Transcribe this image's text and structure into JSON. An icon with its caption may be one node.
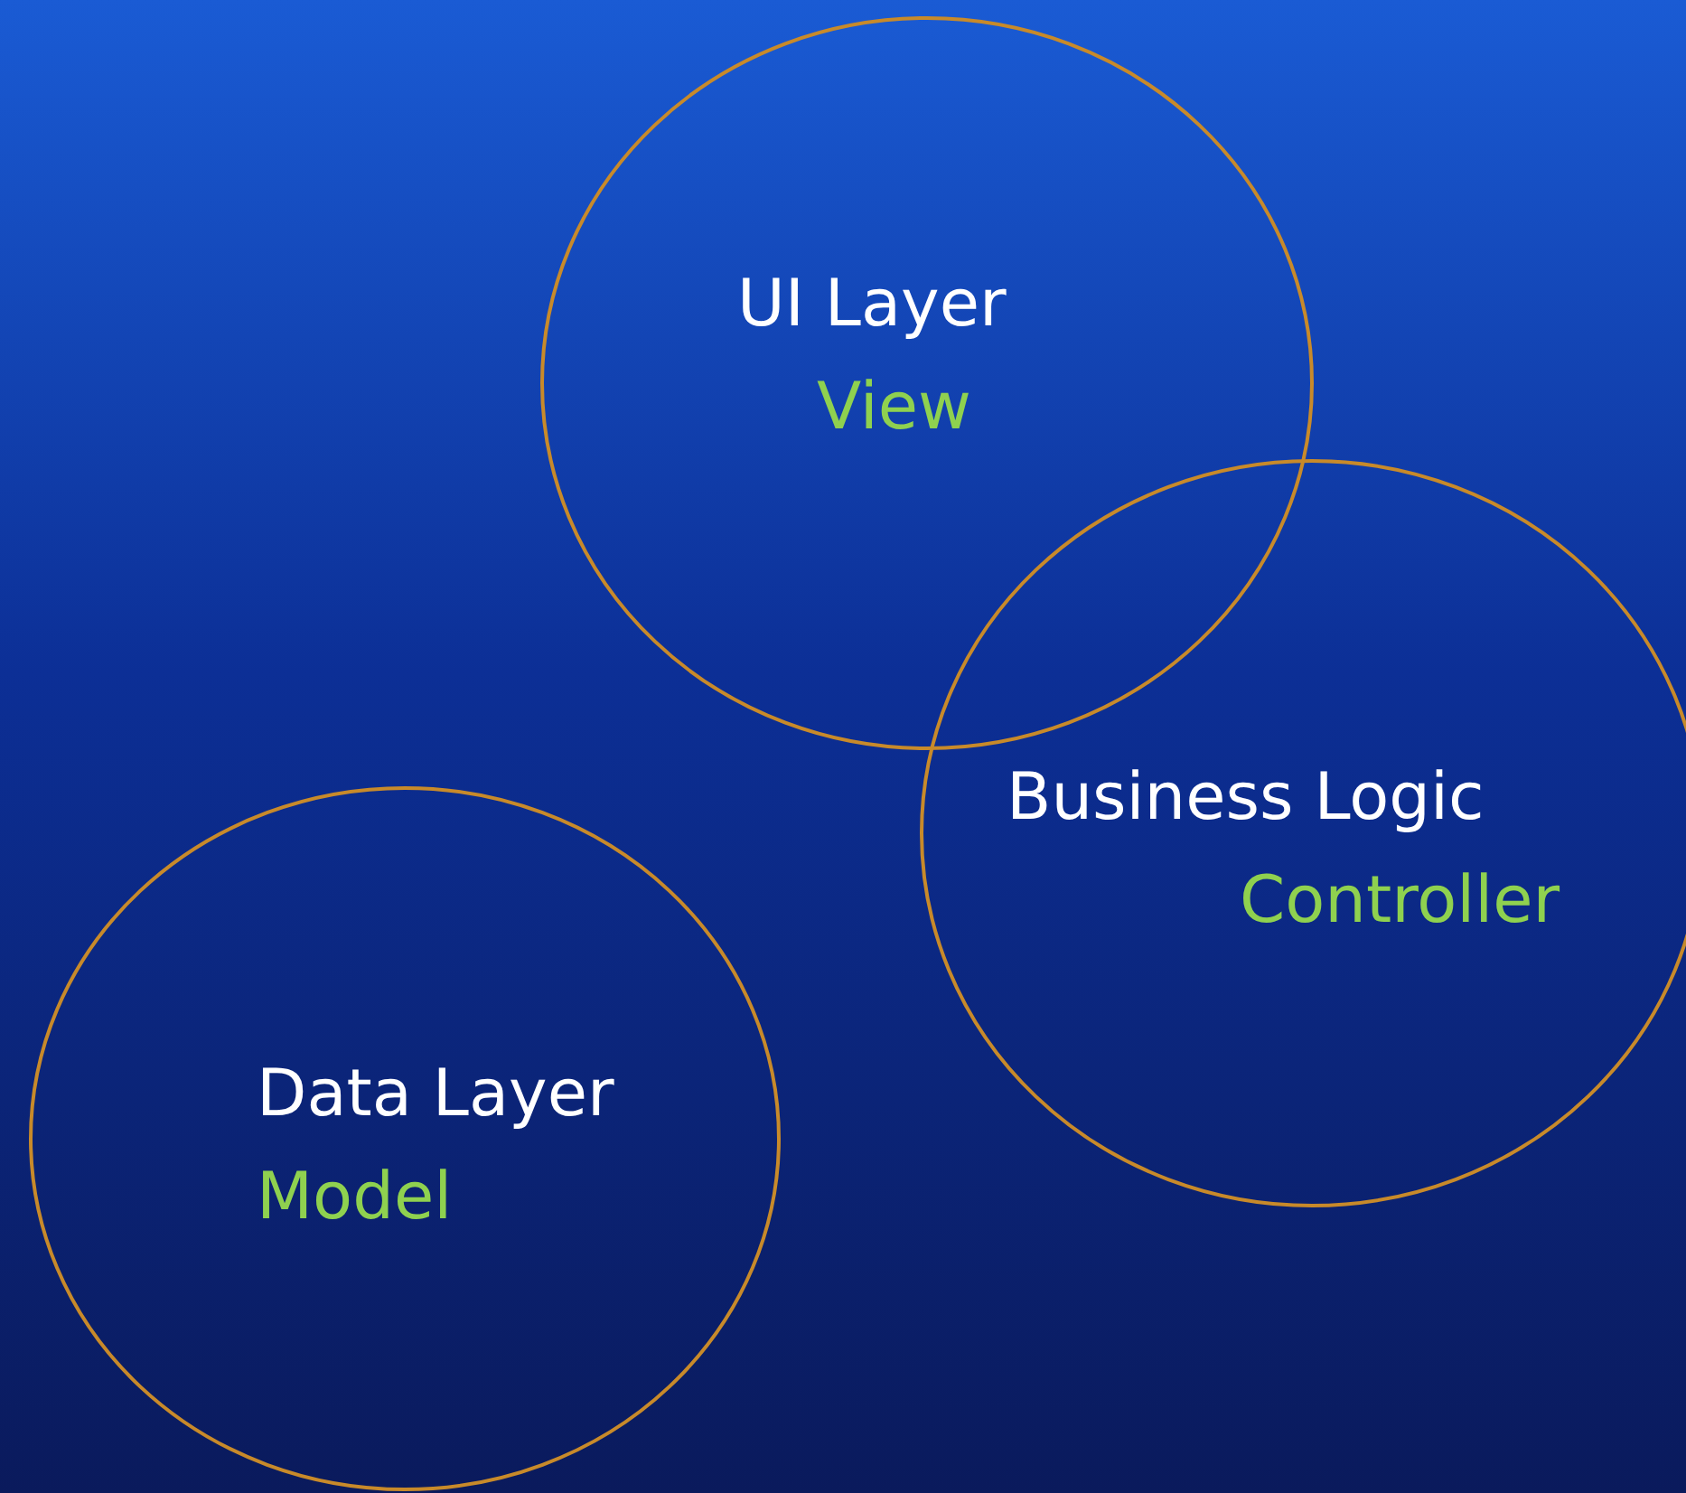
{
  "diagram": {
    "nodes": [
      {
        "text": [
          "UI Layer",
          "View"
        ]
      },
      {
        "text": [
          "Business Logic",
          "Controller"
        ]
      },
      {
        "text": [
          "Data Layer",
          "Model"
        ]
      }
    ]
  }
}
